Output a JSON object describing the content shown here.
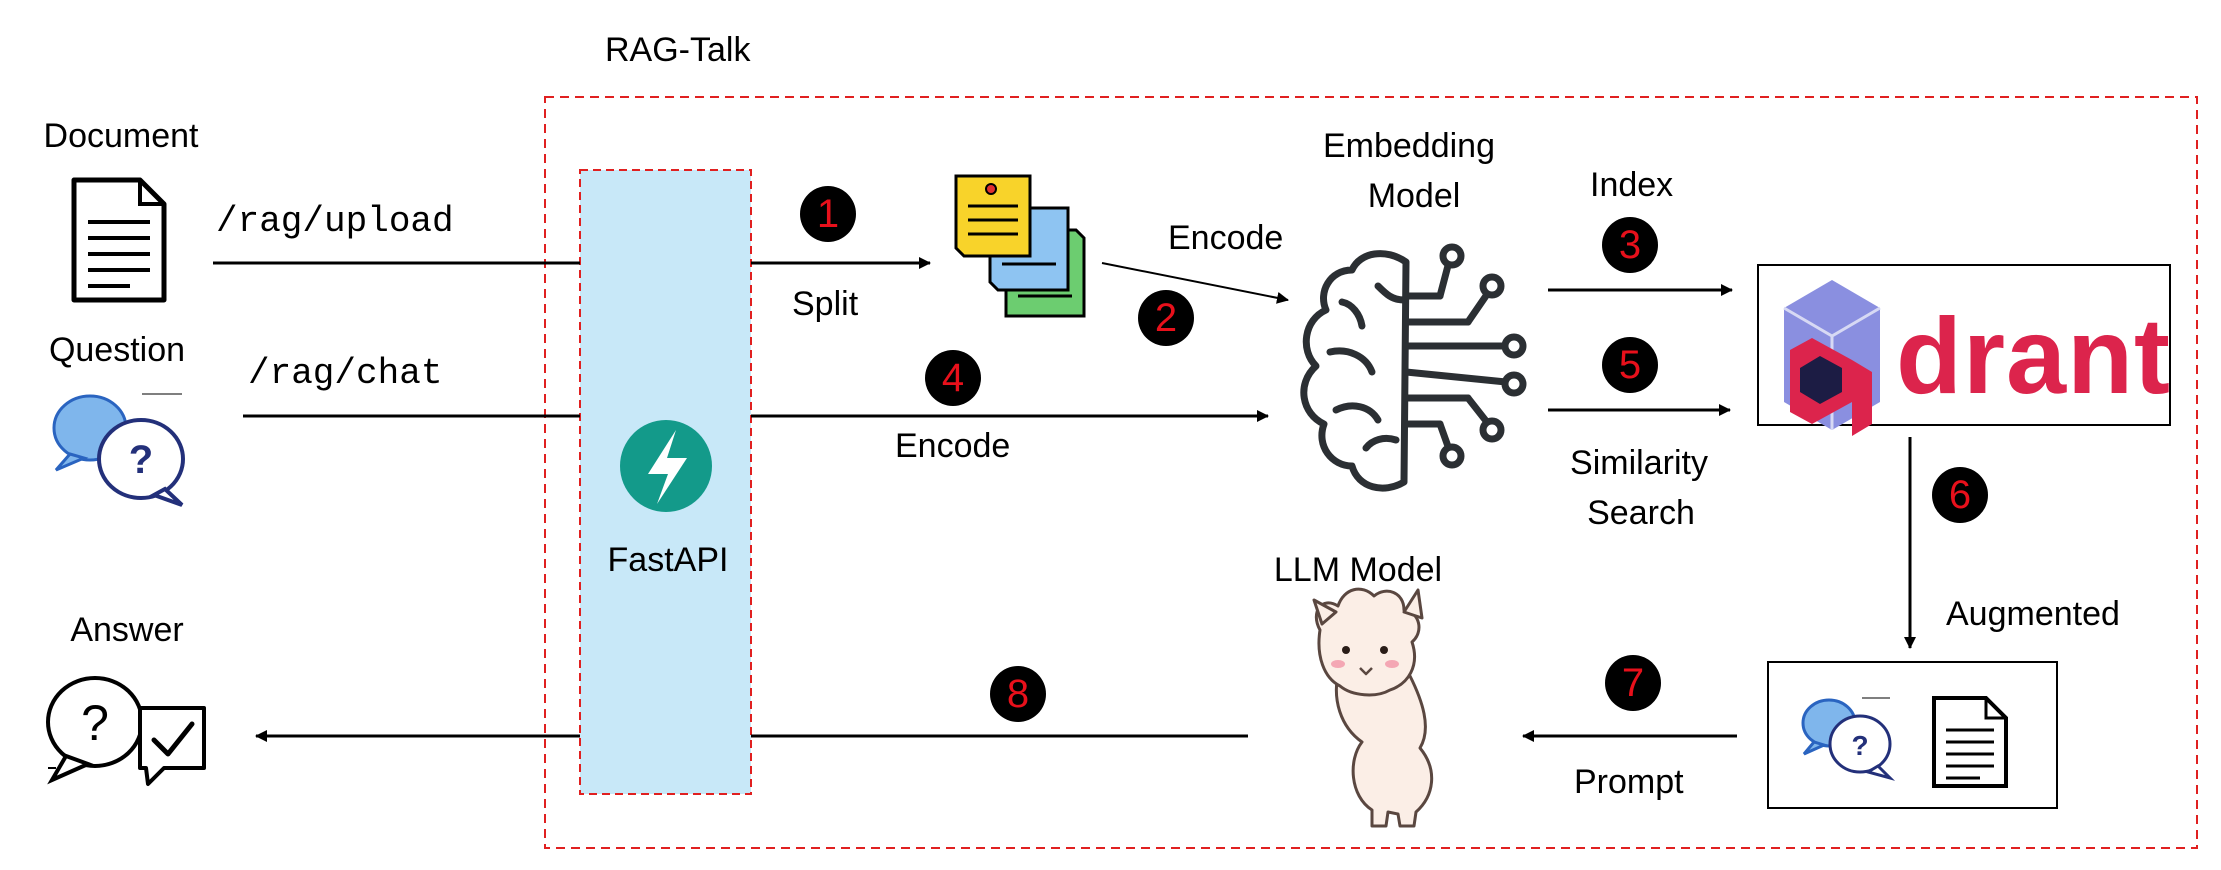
{
  "system": {
    "title": "RAG-Talk"
  },
  "inputs": {
    "document": "Document",
    "question": "Question",
    "answer": "Answer"
  },
  "endpoints": {
    "upload": "/rag/upload",
    "chat": "/rag/chat"
  },
  "components": {
    "api": "FastAPI",
    "embedding_line1": "Embedding",
    "embedding_line2": "Model",
    "llm": "LLM Model",
    "vector_db": "drant"
  },
  "edges": {
    "split": "Split",
    "encode_docs": "Encode",
    "encode_question": "Encode",
    "index": "Index",
    "similarity_line1": "Similarity",
    "similarity_line2": "Search",
    "augmented": "Augmented",
    "prompt": "Prompt"
  },
  "steps": [
    "1",
    "2",
    "3",
    "4",
    "5",
    "6",
    "7",
    "8"
  ],
  "colors": {
    "boundary": "#e02020",
    "api_panel": "#c8e8f8",
    "api_logo": "#139a8a",
    "brand": "#dc244c",
    "badge_text": "#e8101b"
  },
  "icons": [
    "document-icon",
    "question-chat-icon",
    "answer-chat-icon",
    "chunks-icon",
    "brain-icon",
    "fastapi-logo-icon",
    "qdrant-logo-icon",
    "llama-icon"
  ]
}
